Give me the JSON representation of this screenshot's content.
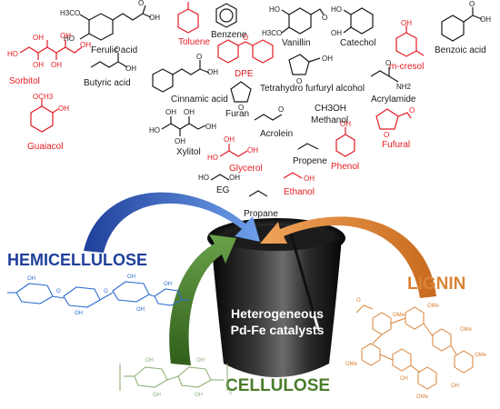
{
  "colors": {
    "black": "#1a1a1a",
    "red": "#e31b23",
    "blue": "#2f6fd0",
    "blue_dark": "#1f3f9a",
    "green": "#4a7d2b",
    "green_light": "#8fb17a",
    "orange": "#d98336",
    "hat_dark": "#111111",
    "hat_mid": "#555555"
  },
  "compounds": {
    "ferulic_acid": "Ferulic acid",
    "toluene": "Toluene",
    "benzene": "Benzene",
    "vanillin": "Vanillin",
    "catechol": "Catechol",
    "benzoic_acid": "Benzoic acid",
    "m_cresol": "m-cresol",
    "sorbitol": "Sorbitol",
    "dpe": "DPE",
    "butyric_acid": "Butyric acid",
    "cinnamic_acid": "Cinnamic acid",
    "thfa": "Tetrahydro furfuryl alcohol",
    "acrylamide": "Acrylamide",
    "furan": "Furan",
    "methanol": "Methanol",
    "methanol_formula": "CH3OH",
    "guaiacol": "Guaiacol",
    "xylitol": "Xylitol",
    "acrolein": "Acrolein",
    "fufural": "Fufural",
    "glycerol": "Glycerol",
    "propene": "Propene",
    "phenol": "Phenol",
    "eg": "EG",
    "ethanol": "Ethanol",
    "propane": "Propane"
  },
  "feedstocks": {
    "hemicellulose": "HEMICELLULOSE",
    "lignin": "LIGNIN",
    "cellulose": "CELLULOSE"
  },
  "catalyst": {
    "line1": "Heterogeneous",
    "line2": "Pd-Fe catalysts"
  },
  "atom_labels": {
    "oh": "OH",
    "o": "O",
    "ho": "HO",
    "nh2": "NH2",
    "och3": "OCH3",
    "ome": "OMe",
    "h3co": "H3CO",
    "n": "n"
  }
}
